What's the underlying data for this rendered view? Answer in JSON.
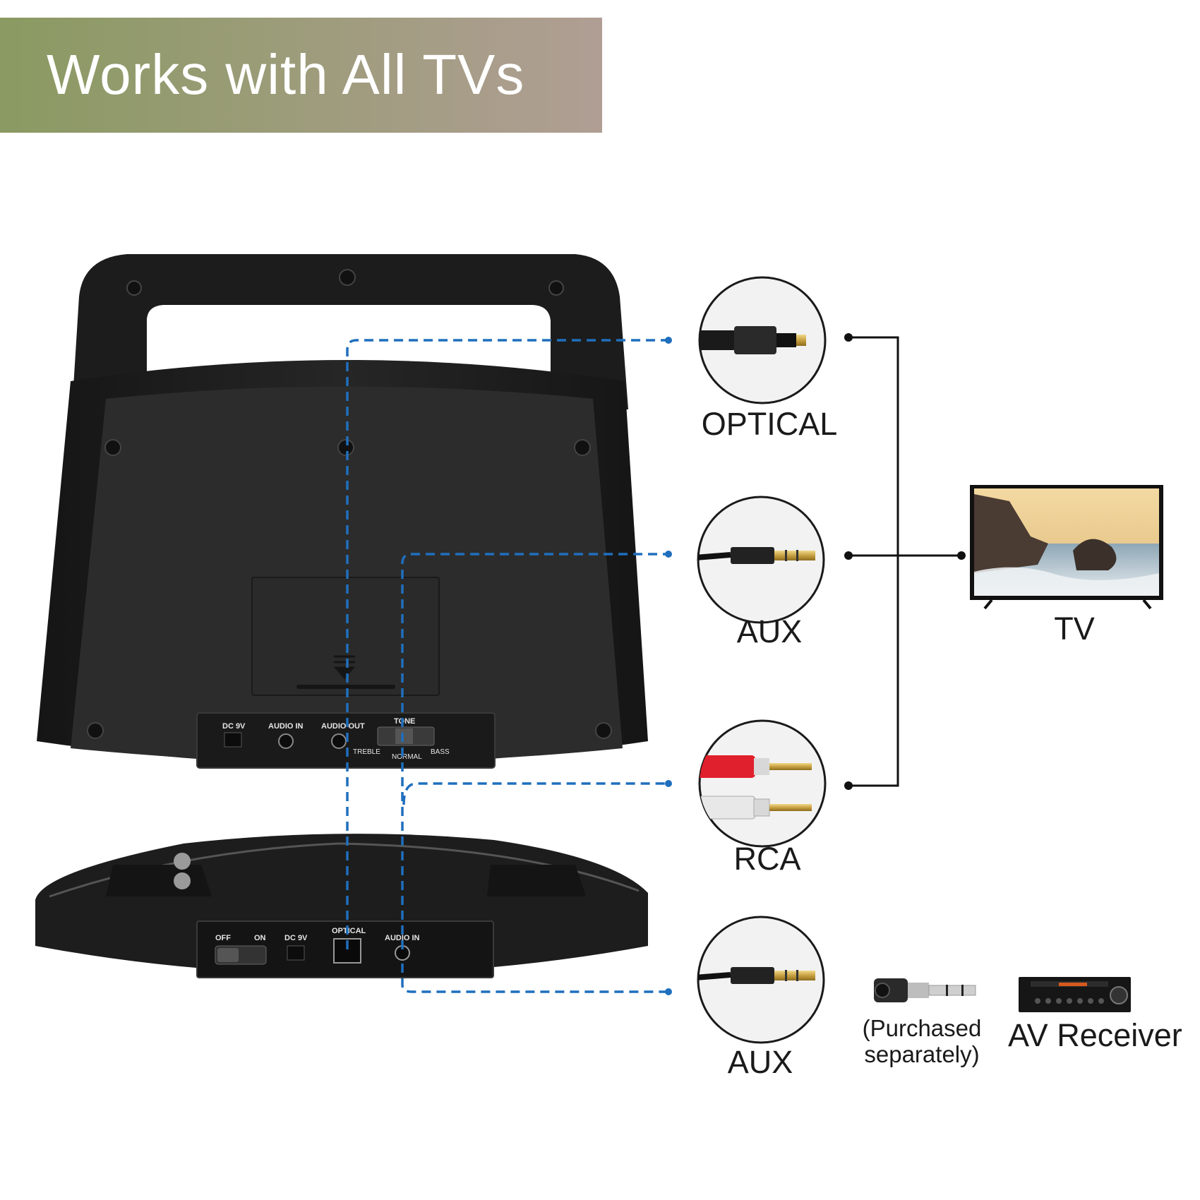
{
  "header": {
    "title": "Works with All TVs",
    "gradient": [
      "#8a9a62",
      "#b09e94"
    ]
  },
  "colors": {
    "dash_line": "#1f6fbd",
    "device_body": "#1e1e1e",
    "device_panel": "#2b2b2b"
  },
  "connections": [
    {
      "id": "optical",
      "label": "OPTICAL",
      "icon": "optical-plug-icon"
    },
    {
      "id": "aux-tv",
      "label": "AUX",
      "icon": "aux-plug-icon"
    },
    {
      "id": "rca",
      "label": "RCA",
      "icon": "rca-plug-icon"
    },
    {
      "id": "aux-receiver",
      "label": "AUX",
      "icon": "aux-plug-icon"
    }
  ],
  "tv": {
    "label": "TV"
  },
  "adapter": {
    "line1": "(Purchased",
    "line2": "separately)"
  },
  "receiver": {
    "label": "AV Receiver"
  },
  "speaker_panel": {
    "dc": "DC 9V",
    "audio_in": "AUDIO IN",
    "audio_out": "AUDIO OUT",
    "tone": "TONE",
    "treble": "TREBLE",
    "normal": "NORMAL",
    "bass": "BASS"
  },
  "base_panel": {
    "off": "OFF",
    "on": "ON",
    "dc": "DC 9V",
    "optical": "OPTICAL",
    "audio_in": "AUDIO IN"
  }
}
